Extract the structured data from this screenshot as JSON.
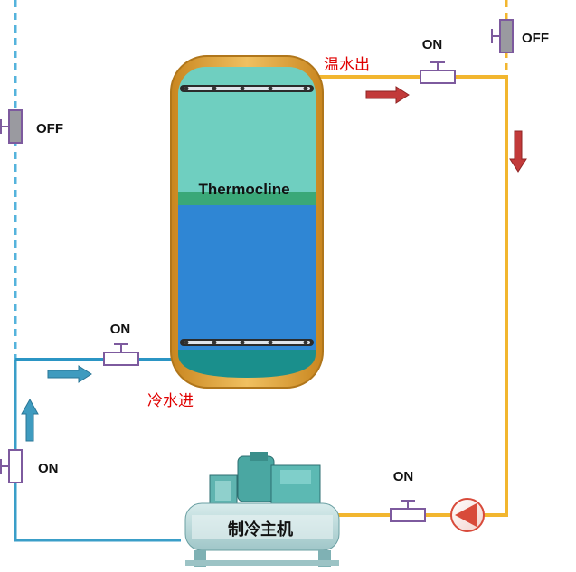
{
  "labels": {
    "thermocline": "Thermocline",
    "warm_out": "温水出",
    "cold_in": "冷水进",
    "chiller": "制冷主机"
  },
  "valves": {
    "top_right_cold_line": "OFF",
    "top_warm_outlet": "ON",
    "left_cold_line": "OFF",
    "cold_inlet": "ON",
    "chiller_supply_vertical": "ON",
    "pump_line": "ON"
  },
  "colors": {
    "warm_pipe": "#f2b62f",
    "cold_pipe": "#2b95c4",
    "cold_pipe_dashed": "#55b3dc",
    "tank_shell": "#d6952c",
    "tank_top_water": "#6fcfc0",
    "tank_bottom_water": "#2f86d4",
    "thermocline_band": "#3aa878",
    "valve_outline": "#7d5a9e",
    "arrow_warm": "#c23a3a",
    "arrow_cold": "#3f9bbf",
    "pump": "#d84a3a",
    "label_red": "#e00000"
  },
  "icons": [
    "flow-arrow-icon",
    "pump-icon",
    "valve-icon",
    "chiller-icon",
    "tank-icon"
  ]
}
